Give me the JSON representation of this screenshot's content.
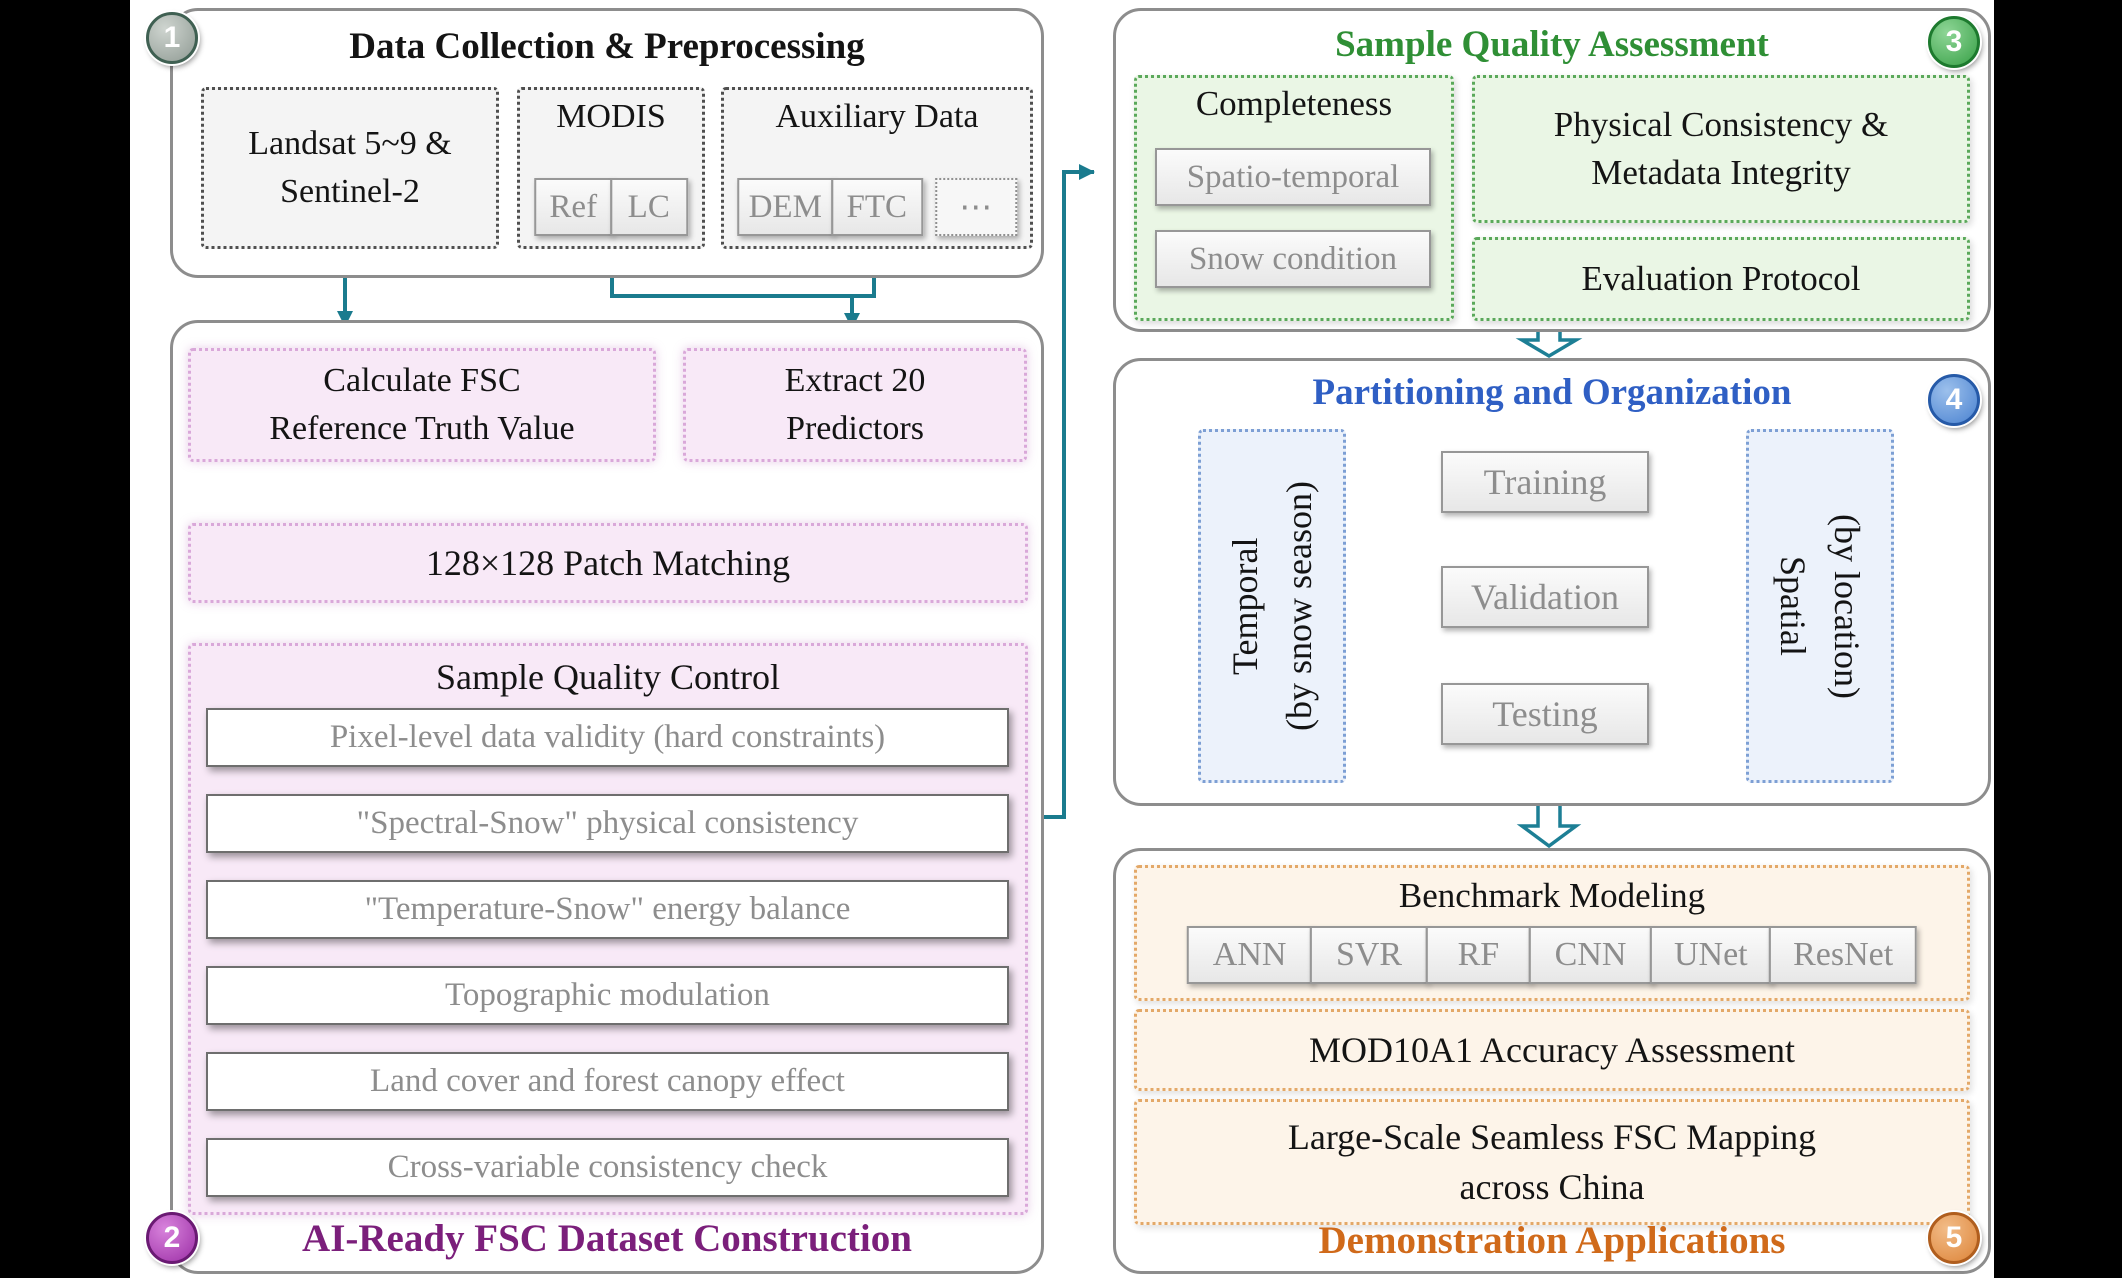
{
  "colors": {
    "teal_arrow": "#1a7b8e",
    "magenta_arrow": "#cd6ecf",
    "blue_arrow": "#7aa0d8",
    "purple_title": "#7b1f7b",
    "green_title": "#2f8f35",
    "blue_title": "#2f5fc4",
    "orange_title": "#d06a1a"
  },
  "collection": {
    "badge": "1",
    "title": "Data Collection & Preprocessing",
    "landsat": "Landsat 5~9 &\nSentinel-2",
    "modis": "MODIS",
    "modis_items": [
      "Ref",
      "LC"
    ],
    "auxiliary": "Auxiliary Data",
    "auxiliary_items": [
      "DEM",
      "FTC",
      "⋯"
    ]
  },
  "dataset": {
    "badge": "2",
    "title": "AI-Ready FSC Dataset Construction",
    "calc": "Calculate FSC\nReference Truth Value",
    "extract": "Extract 20\nPredictors",
    "patch": "128×128 Patch Matching",
    "sqc_title": "Sample Quality Control",
    "sqc_items": [
      "Pixel-level data validity (hard constraints)",
      "\"Spectral-Snow\" physical consistency",
      "\"Temperature-Snow\" energy balance",
      "Topographic modulation",
      "Land cover and forest canopy effect",
      "Cross-variable consistency check"
    ]
  },
  "quality": {
    "badge": "3",
    "title": "Sample Quality Assessment",
    "completeness": "Completeness",
    "completeness_items": [
      "Spatio-temporal",
      "Snow condition"
    ],
    "physical": "Physical Consistency &\nMetadata Integrity",
    "evaluation": "Evaluation Protocol"
  },
  "partition": {
    "badge": "4",
    "title": "Partitioning and Organization",
    "temporal": "Temporal\n(by snow season)",
    "spatial": "Spatial\n(by location)",
    "splits": [
      "Training",
      "Validation",
      "Testing"
    ]
  },
  "demo": {
    "badge": "5",
    "title": "Demonstration Applications",
    "benchmark": "Benchmark Modeling",
    "models": [
      "ANN",
      "SVR",
      "RF",
      "CNN",
      "UNet",
      "ResNet"
    ],
    "mod10a1": "MOD10A1 Accuracy Assessment",
    "mapping": "Large-Scale Seamless FSC Mapping\nacross China"
  }
}
